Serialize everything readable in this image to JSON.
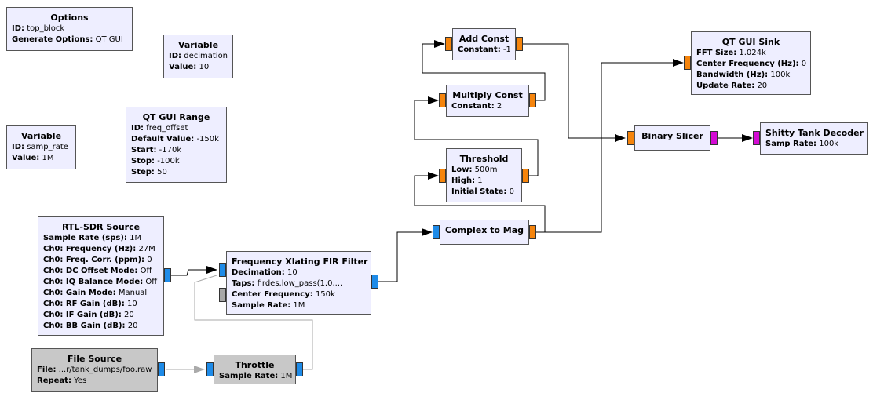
{
  "window": {
    "title": "GNU Radio Companion flowgraph"
  },
  "colors": {
    "block_bg": "#eeeeff",
    "disabled_bg": "#c8c8c8",
    "port_float": "#f5840c",
    "port_complex": "#1e8be8",
    "port_byte": "#d40bd4",
    "port_disabled": "#a8a8a8"
  },
  "blocks": {
    "options": {
      "title": "Options",
      "params": [
        {
          "k": "ID:",
          "v": "top_block"
        },
        {
          "k": "Generate Options:",
          "v": "QT GUI"
        }
      ]
    },
    "variable_decimation": {
      "title": "Variable",
      "params": [
        {
          "k": "ID:",
          "v": "decimation"
        },
        {
          "k": "Value:",
          "v": "10"
        }
      ]
    },
    "variable_samp_rate": {
      "title": "Variable",
      "params": [
        {
          "k": "ID:",
          "v": "samp_rate"
        },
        {
          "k": "Value:",
          "v": "1M"
        }
      ]
    },
    "qt_gui_range": {
      "title": "QT GUI Range",
      "params": [
        {
          "k": "ID:",
          "v": "freq_offset"
        },
        {
          "k": "Default Value:",
          "v": "-150k"
        },
        {
          "k": "Start:",
          "v": "-170k"
        },
        {
          "k": "Stop:",
          "v": "-100k"
        },
        {
          "k": "Step:",
          "v": "50"
        }
      ]
    },
    "rtl_sdr_source": {
      "title": "RTL-SDR Source",
      "params": [
        {
          "k": "Sample Rate (sps):",
          "v": "1M"
        },
        {
          "k": "Ch0: Frequency (Hz):",
          "v": "27M"
        },
        {
          "k": "Ch0: Freq. Corr. (ppm):",
          "v": "0"
        },
        {
          "k": "Ch0: DC Offset Mode:",
          "v": "Off"
        },
        {
          "k": "Ch0: IQ Balance Mode:",
          "v": "Off"
        },
        {
          "k": "Ch0: Gain Mode:",
          "v": "Manual"
        },
        {
          "k": "Ch0: RF Gain (dB):",
          "v": "10"
        },
        {
          "k": "Ch0: IF Gain (dB):",
          "v": "20"
        },
        {
          "k": "Ch0: BB Gain (dB):",
          "v": "20"
        }
      ]
    },
    "file_source": {
      "title": "File Source",
      "params": [
        {
          "k": "File:",
          "v": "...r/tank_dumps/foo.raw"
        },
        {
          "k": "Repeat:",
          "v": "Yes"
        }
      ]
    },
    "throttle": {
      "title": "Throttle",
      "params": [
        {
          "k": "Sample Rate:",
          "v": "1M"
        }
      ]
    },
    "freq_xlating_fir_filter": {
      "title": "Frequency Xlating FIR Filter",
      "params": [
        {
          "k": "Decimation:",
          "v": "10"
        },
        {
          "k": "Taps:",
          "v": "firdes.low_pass(1.0,..."
        },
        {
          "k": "Center Frequency:",
          "v": "150k"
        },
        {
          "k": "Sample Rate:",
          "v": "1M"
        }
      ]
    },
    "complex_to_mag": {
      "title": "Complex to Mag",
      "params": []
    },
    "threshold": {
      "title": "Threshold",
      "params": [
        {
          "k": "Low:",
          "v": "500m"
        },
        {
          "k": "High:",
          "v": "1"
        },
        {
          "k": "Initial State:",
          "v": "0"
        }
      ]
    },
    "multiply_const": {
      "title": "Multiply Const",
      "params": [
        {
          "k": "Constant:",
          "v": "2"
        }
      ]
    },
    "add_const": {
      "title": "Add Const",
      "params": [
        {
          "k": "Constant:",
          "v": "-1"
        }
      ]
    },
    "binary_slicer": {
      "title": "Binary Slicer",
      "params": []
    },
    "qt_gui_sink": {
      "title": "QT GUI Sink",
      "params": [
        {
          "k": "FFT Size:",
          "v": "1.024k"
        },
        {
          "k": "Center Frequency (Hz):",
          "v": "0"
        },
        {
          "k": "Bandwidth (Hz):",
          "v": "100k"
        },
        {
          "k": "Update Rate:",
          "v": "20"
        }
      ]
    },
    "shitty_tank_decoder": {
      "title": "Shitty Tank Decoder",
      "params": [
        {
          "k": "Samp Rate:",
          "v": "100k"
        }
      ]
    }
  }
}
